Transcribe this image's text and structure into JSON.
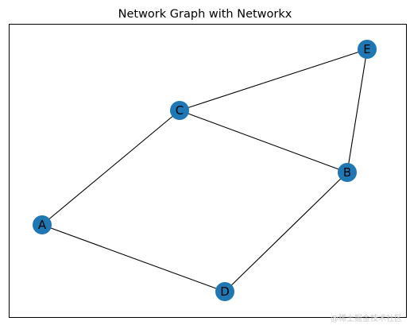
{
  "figure": {
    "title": "Network Graph with Networkx"
  },
  "graph": {
    "node_color": "#1f77b4",
    "edge_color": "#000000",
    "nodes": [
      {
        "id": "A",
        "label": "A"
      },
      {
        "id": "B",
        "label": "B"
      },
      {
        "id": "C",
        "label": "C"
      },
      {
        "id": "D",
        "label": "D"
      },
      {
        "id": "E",
        "label": "E"
      }
    ],
    "edges": [
      [
        "A",
        "C"
      ],
      [
        "A",
        "D"
      ],
      [
        "C",
        "B"
      ],
      [
        "C",
        "E"
      ],
      [
        "B",
        "E"
      ],
      [
        "B",
        "D"
      ]
    ]
  },
  "watermark": {
    "text": "@稀土掘金技术社区"
  }
}
